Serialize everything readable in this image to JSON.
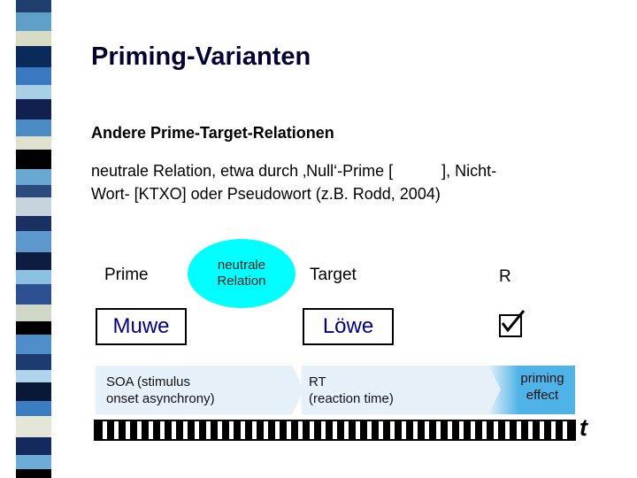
{
  "slide": {
    "title": "Priming-Varianten",
    "subtitle": "Andere Prime-Target-Relationen",
    "body_line1": "neutrale Relation, etwa durch ‚Null‘-Prime [           ], Nicht-",
    "body_line2": "Wort- [KTXO] oder Pseudowort (z.B. Rodd, 2004)"
  },
  "diagram": {
    "prime_label": "Prime",
    "relation_line1": "neutrale",
    "relation_line2": "Relation",
    "target_label": "Target",
    "response_label": "R",
    "prime_word": "Muwe",
    "target_word": "Löwe",
    "soa_line1": "SOA (stimulus",
    "soa_line2": "onset asynchrony)",
    "rt_line1": "RT",
    "rt_line2": "(reaction time)",
    "priming_line1": "priming",
    "priming_line2": "effect",
    "time_axis": "t",
    "check_icon": "checkbox-checked-icon"
  },
  "colors": {
    "relation_ellipse": "#00ffff",
    "phase_fill": "#e6f0f8",
    "priming_fill": "#4fb3e8",
    "title": "#000033",
    "word": "#000080"
  }
}
